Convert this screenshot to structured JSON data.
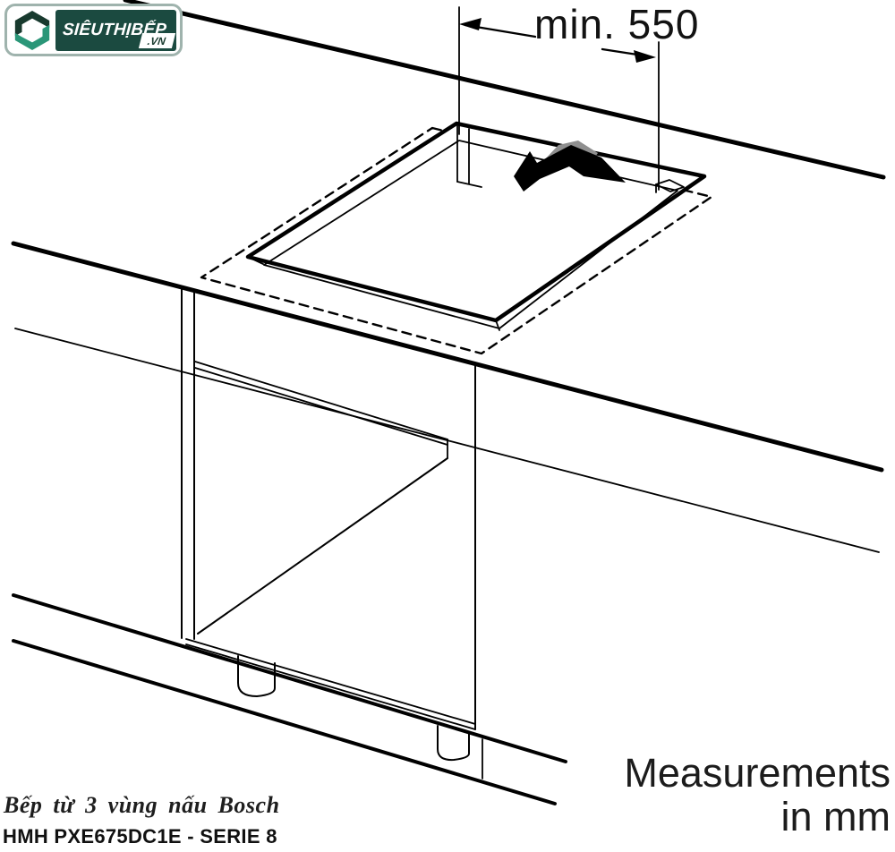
{
  "brand": {
    "wordmark": "SIÊUTHỊBẾP",
    "tld": ".VN"
  },
  "dimension": {
    "label": "min. 550"
  },
  "units_note": {
    "line1": "Measurements",
    "line2": "in mm"
  },
  "caption": {
    "product": "Bếp từ 3 vùng nấu Bosch",
    "model": "HMH PXE675DC1E - SERIE 8"
  },
  "icons": {
    "brand_icon": "hexagon-s-icon",
    "diagram_arrow": "insert-direction-arrow"
  },
  "colors": {
    "line": "#000000",
    "arrow_gray": "#8f8f8f",
    "brand_green": "#1b4a40",
    "icon_teal": "#2a9678",
    "icon_dark": "#183a2e",
    "text_dark": "#1c1c1c"
  }
}
